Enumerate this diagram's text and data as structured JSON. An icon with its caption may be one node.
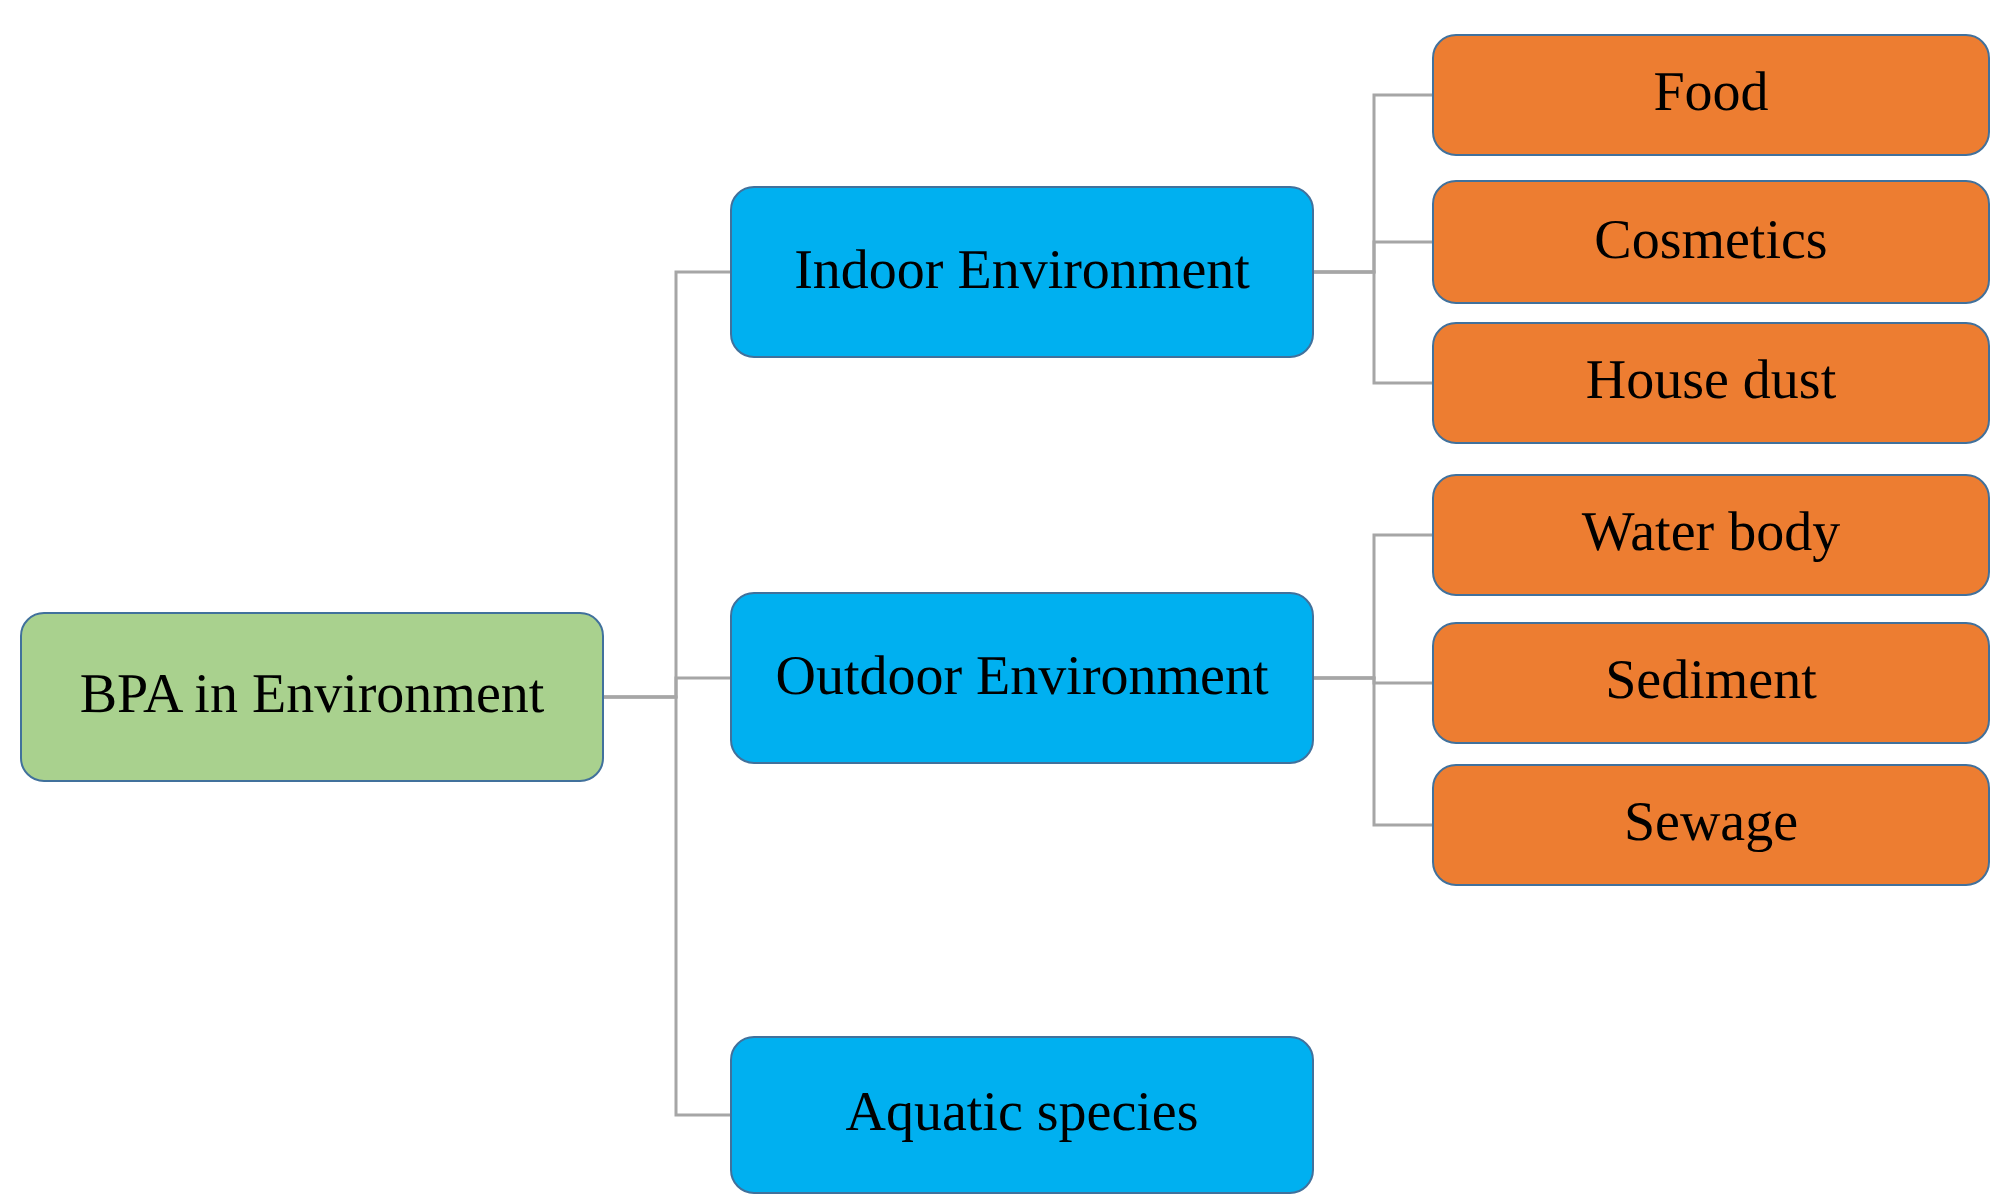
{
  "diagram": {
    "nodes": [
      {
        "text": [
          "BPA in Environment"
        ]
      },
      {
        "text": [
          "Indoor Environment"
        ]
      },
      {
        "text": [
          "Outdoor Environment"
        ]
      },
      {
        "text": [
          "Aquatic species"
        ]
      },
      {
        "text": [
          "Food"
        ]
      },
      {
        "text": [
          "Cosmetics"
        ]
      },
      {
        "text": [
          "House dust"
        ]
      },
      {
        "text": [
          "Water body"
        ]
      },
      {
        "text": [
          "Sediment"
        ]
      },
      {
        "text": [
          "Sewage"
        ]
      }
    ],
    "edges": [
      {
        "from": 0,
        "to": 1,
        "arrow": "none"
      },
      {
        "from": 0,
        "to": 2,
        "arrow": "none"
      },
      {
        "from": 0,
        "to": 3,
        "arrow": "none"
      },
      {
        "from": 1,
        "to": 4,
        "arrow": "none"
      },
      {
        "from": 1,
        "to": 5,
        "arrow": "none"
      },
      {
        "from": 1,
        "to": 6,
        "arrow": "none"
      },
      {
        "from": 2,
        "to": 7,
        "arrow": "none"
      },
      {
        "from": 2,
        "to": 8,
        "arrow": "none"
      },
      {
        "from": 2,
        "to": 9,
        "arrow": "none"
      }
    ]
  }
}
